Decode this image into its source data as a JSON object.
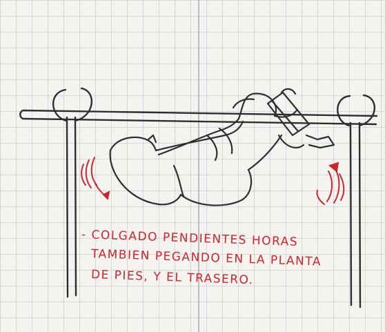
{
  "caption": {
    "line1": "- COLGADO PENDIENTES HORAS",
    "line2": "TAMBIEN PEGANDO EN LA PLANTA",
    "line3": "DE PIES, Y EL TRASERO.",
    "color": "#c8282f"
  },
  "colors": {
    "paper": "#f4f3ef",
    "grid": "#b9bcc4",
    "ink": "#2e2e2e",
    "accent": "#c8282f"
  }
}
